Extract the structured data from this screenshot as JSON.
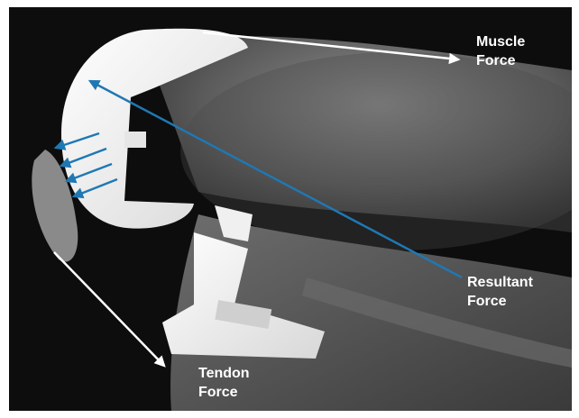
{
  "image": {
    "subject": "knee x-ray with prosthetic implant and force arrows",
    "colors": {
      "background": "#0d0d0d",
      "white_arrow": "#ffffff",
      "blue_arrow": "#1f78b4",
      "label_text": "#ffffff",
      "bone": "#9a9a9a",
      "implant": "#f2f2f2"
    }
  },
  "labels": {
    "muscle": {
      "line1": "Muscle",
      "line2": "Force"
    },
    "resultant": {
      "line1": "Resultant",
      "line2": "Force"
    },
    "tendon": {
      "line1": "Tendon",
      "line2": "Force"
    }
  }
}
